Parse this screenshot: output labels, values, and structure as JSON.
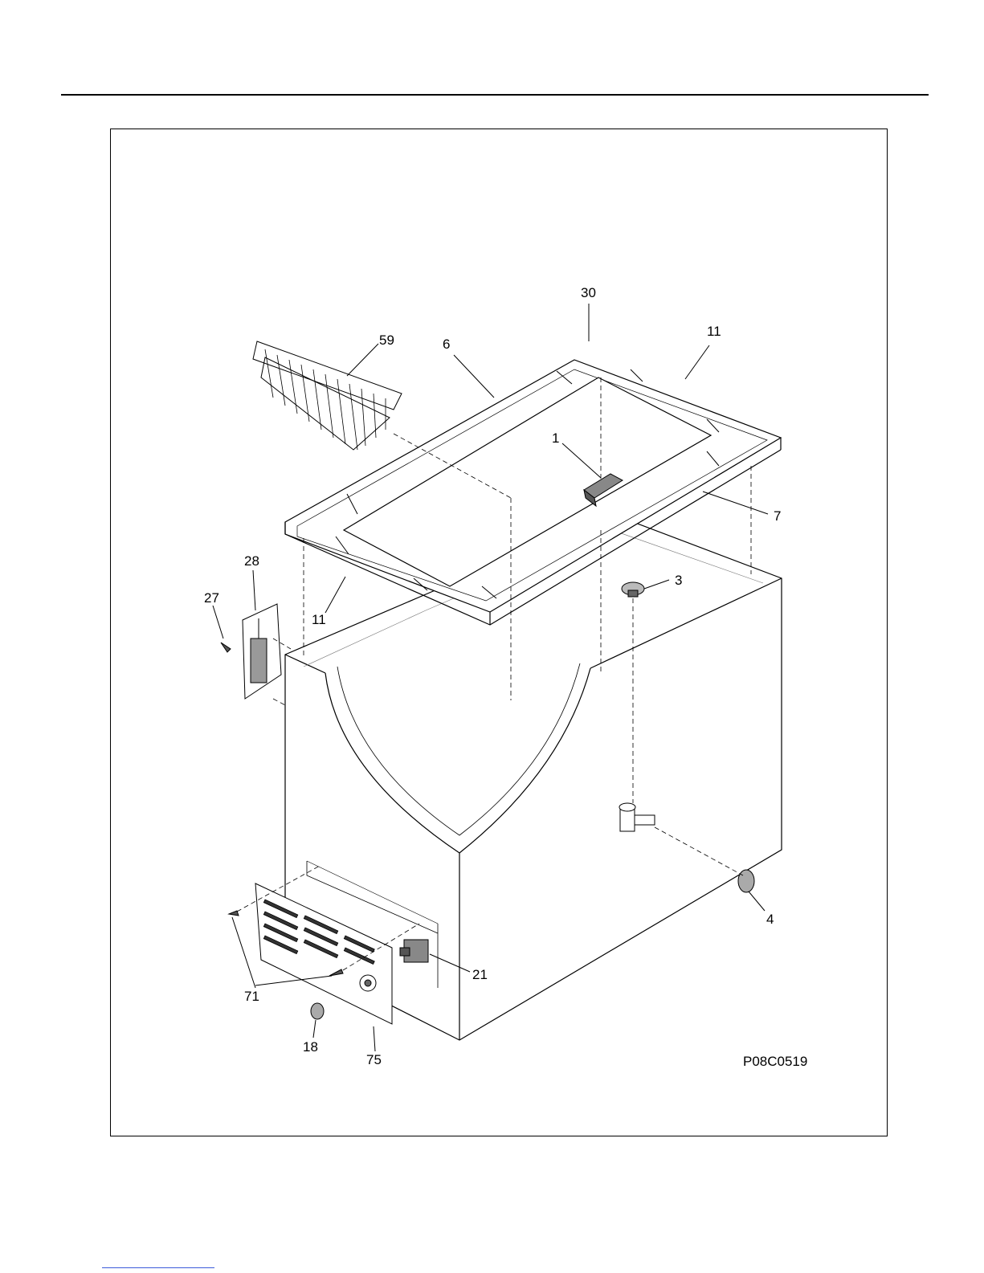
{
  "diagram": {
    "drawing_code": "P08C0519",
    "callouts": [
      {
        "id": "c30",
        "label": "30"
      },
      {
        "id": "c59",
        "label": "59"
      },
      {
        "id": "c6",
        "label": "6"
      },
      {
        "id": "c11a",
        "label": "11"
      },
      {
        "id": "c1",
        "label": "1"
      },
      {
        "id": "c7",
        "label": "7"
      },
      {
        "id": "c28",
        "label": "28"
      },
      {
        "id": "c27",
        "label": "27"
      },
      {
        "id": "c11b",
        "label": "11"
      },
      {
        "id": "c3",
        "label": "3"
      },
      {
        "id": "c4",
        "label": "4"
      },
      {
        "id": "c21",
        "label": "21"
      },
      {
        "id": "c71",
        "label": "71"
      },
      {
        "id": "c18",
        "label": "18"
      },
      {
        "id": "c75",
        "label": "75"
      }
    ]
  }
}
